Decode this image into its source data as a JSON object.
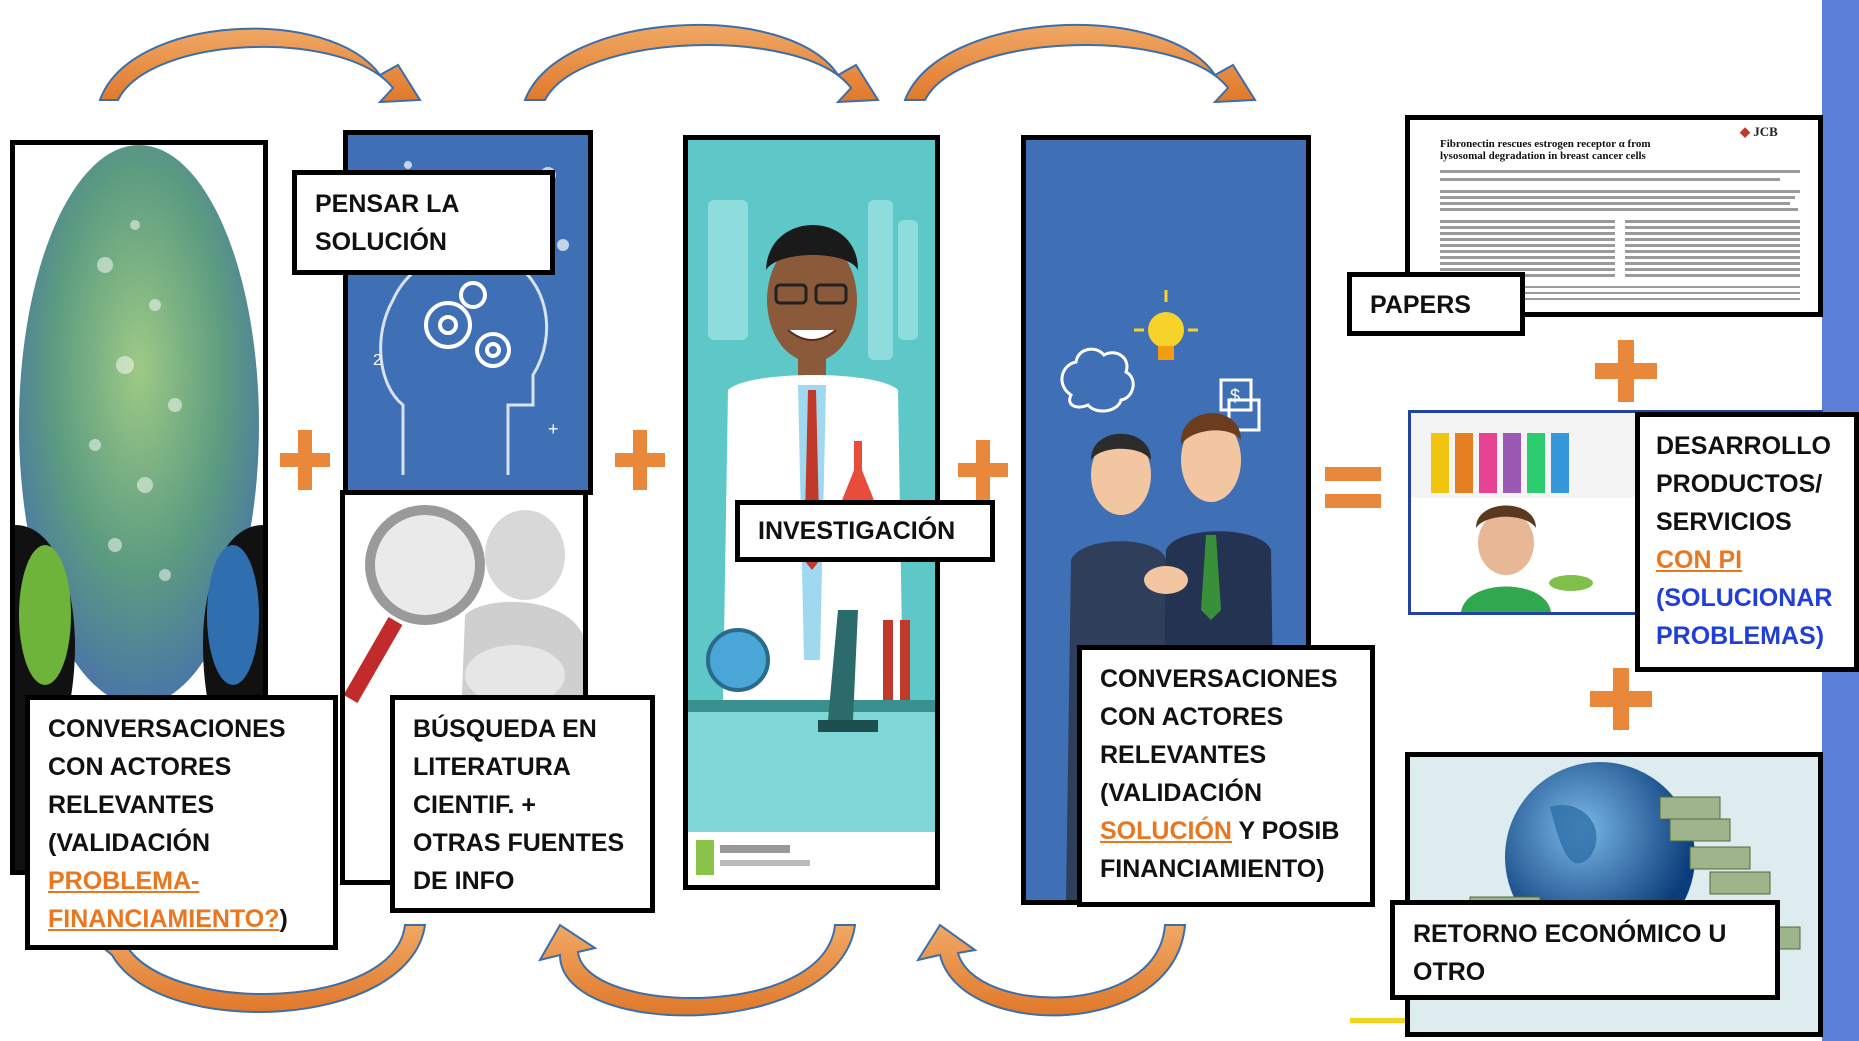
{
  "labels": {
    "pensar": {
      "line1": "PENSAR LA",
      "line2": "SOLUCIÓN"
    },
    "conv1": {
      "line1": "CONVERSACIONES",
      "line2": "CON ACTORES",
      "line3": "RELEVANTES",
      "line4": "(VALIDACIÓN",
      "link1": "PROBLEMA-",
      "link2": "FINANCIAMIENTO?",
      "tail": ")"
    },
    "busqueda": {
      "line1": "BÚSQUEDA EN",
      "line2": "LITERATURA",
      "line3": "CIENTIF. +",
      "line4": "OTRAS FUENTES",
      "line5": "DE INFO"
    },
    "investigacion": "INVESTIGACIÓN",
    "conv2": {
      "line1": "CONVERSACIONES",
      "line2": "CON ACTORES",
      "line3": "RELEVANTES",
      "line4": "(VALIDACIÓN",
      "link": "SOLUCIÓN",
      "after_link": " Y POSIB",
      "line6": "FINANCIAMIENTO)"
    },
    "papers": "PAPERS",
    "desarrollo": {
      "line1": "DESARROLLO",
      "line2": "PRODUCTOS/",
      "line3": "SERVICIOS",
      "link": "CON PI",
      "blue1": "(SOLUCIONAR",
      "blue2": "PROBLEMAS)"
    },
    "retorno": {
      "line1": "RETORNO ECONÓMICO U",
      "line2": "OTRO"
    }
  },
  "paper_preview": {
    "journal": "JCB",
    "title_line1": "Fibronectin rescues estrogen receptor α from",
    "title_line2": "lysosomal degradation in breast cancer cells"
  },
  "colors": {
    "orange": "#e8771f",
    "arrow_orange": "#e9883a",
    "arrow_blue": "#3e6ea6",
    "panel_blue": "#3f6fb5",
    "teal": "#5ec8c8",
    "border": "#000000",
    "link_blue": "#1f3fd8",
    "right_edge_blue": "#5b7fd8"
  },
  "icons": [
    "brain-icon",
    "lightbulb-icon",
    "dollar-document-icon",
    "magnifier-icon",
    "globe-icon"
  ]
}
